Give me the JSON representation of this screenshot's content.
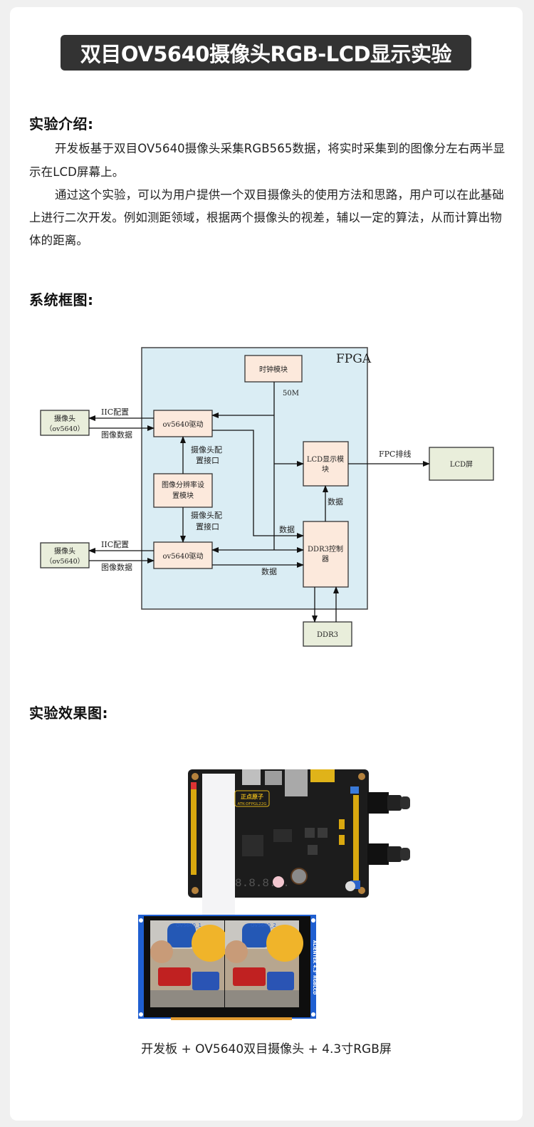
{
  "title": "双目OV5640摄像头RGB-LCD显示实验",
  "sections": {
    "intro": {
      "heading": "实验介绍:",
      "paragraphs": [
        "开发板基于双目OV5640摄像头采集RGB565数据，将实时采集到的图像分左右两半显示在LCD屏幕上。",
        "通过这个实验，可以为用户提供一个双目摄像头的使用方法和思路，用户可以在此基础上进行二次开发。例如测距领域，根据两个摄像头的视差，辅以一定的算法，从而计算出物体的距离。"
      ]
    },
    "diagram": {
      "heading": "系统框图:",
      "fpga_label": "FPGA",
      "blocks": {
        "clock": "时钟模块",
        "ov_driver_top": "ov5640驱动",
        "ov_driver_bottom": "ov5640驱动",
        "resolution_line1": "图像分辨率设",
        "resolution_line2": "置模块",
        "lcd_line1": "LCD显示模",
        "lcd_line2": "块",
        "ddr_ctrl_line1": "DDR3控制",
        "ddr_ctrl_line2": "器",
        "ddr3": "DDR3",
        "lcd_screen": "LCD屏",
        "camera_top_line1": "摄像头",
        "camera_top_line2": "（ov5640）",
        "camera_bottom_line1": "摄像头",
        "camera_bottom_line2": "（ov5640）"
      },
      "labels": {
        "clk_50m": "50M",
        "iic_top": "IIC配置",
        "img_data_top": "图像数据",
        "iic_bottom": "IIC配置",
        "img_data_bottom": "图像数据",
        "cam_cfg_top_1": "摄像头配",
        "cam_cfg_top_2": "置接口",
        "cam_cfg_bottom_1": "摄像头配",
        "cam_cfg_bottom_2": "置接口",
        "data_to_lcd": "数据",
        "data_top": "数据",
        "data_bottom": "数据",
        "fpc": "FPC排线"
      }
    },
    "result": {
      "heading": "实验效果图:",
      "photo": {
        "board_logo": "正点原子",
        "board_model": "ATK-DFPGL22G",
        "screen_label_left": "OV5640_1",
        "screen_label_right": "OV5640_2",
        "lcd_side_text": "ALIENTEK 4.3' RGBLCD"
      },
      "caption": "开发板 + OV5640双目摄像头 + 4.3寸RGB屏"
    }
  },
  "colors": {
    "title_bg": "#333333",
    "fpga_bg": "#daedf4",
    "module_bg": "#fce9dc",
    "external_bg": "#e9eedb",
    "board_pcb": "#1c1c1c",
    "lcd_frame": "#1f5fd1"
  }
}
